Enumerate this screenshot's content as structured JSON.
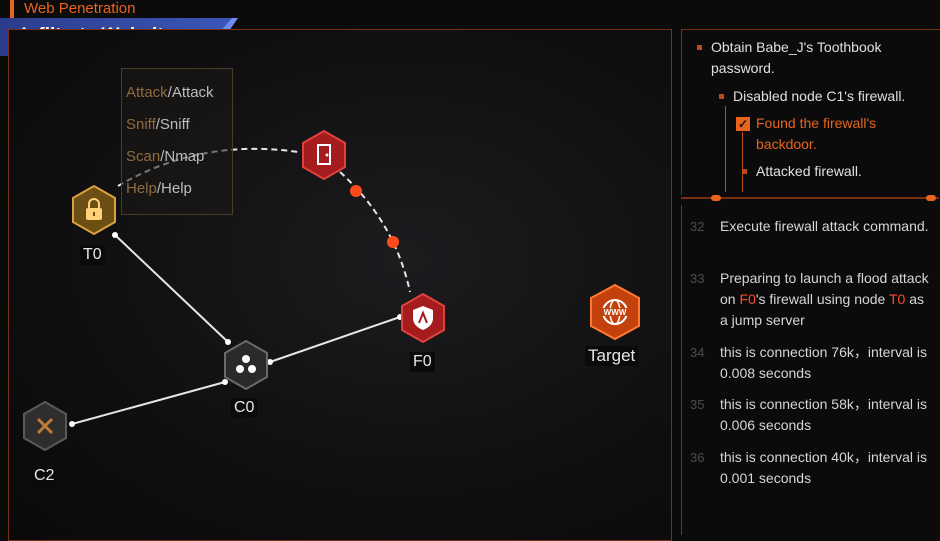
{
  "header": {
    "title": "Web Penetration",
    "mode_label": "Infiltrate Websites"
  },
  "command_menu": [
    {
      "key": "Attack",
      "value": "/Attack"
    },
    {
      "key": "Sniff",
      "value": "/Sniff"
    },
    {
      "key": "Scan",
      "value": "/Nmap"
    },
    {
      "key": "Help",
      "value": "/Help"
    }
  ],
  "nodes": {
    "t0": {
      "label": "T0",
      "icon": "lock-icon",
      "color": "#d9a23a"
    },
    "firewall": {
      "label": "",
      "icon": "door-icon",
      "color": "#c4282a"
    },
    "f0": {
      "label": "F0",
      "icon": "shield-icon",
      "color": "#c4282a"
    },
    "c0": {
      "label": "C0",
      "icon": "cluster-icon",
      "color": "#6a6a6a"
    },
    "c2": {
      "label": "C2",
      "icon": "close-icon",
      "color": "#6a6a6a"
    },
    "target": {
      "label": "Target",
      "icon": "globe-www-icon",
      "color": "#e8641f"
    }
  },
  "objectives": {
    "main": "Obtain Babe_J's Toothbook password.",
    "sub1": "Disabled node C1's firewall.",
    "found": "Found the firewall's backdoor.",
    "sub2": "Attacked firewall."
  },
  "log": [
    {
      "num": "32",
      "parts": [
        {
          "t": "Execute firewall attack command."
        }
      ]
    },
    {
      "num": "33",
      "parts": [
        {
          "t": "Preparing to launch a flood attack on "
        },
        {
          "t": "F0",
          "hl": true
        },
        {
          "t": "'s firewall using node "
        },
        {
          "t": "T0",
          "hl": true
        },
        {
          "t": " as a jump server"
        }
      ]
    },
    {
      "num": "34",
      "parts": [
        {
          "t": "this is connection 76k，interval is 0.008 seconds"
        }
      ]
    },
    {
      "num": "35",
      "parts": [
        {
          "t": "this is connection 58k，interval is 0.006 seconds"
        }
      ]
    },
    {
      "num": "36",
      "parts": [
        {
          "t": "this is connection 40k，interval is 0.001 seconds"
        }
      ]
    }
  ],
  "colors": {
    "accent": "#e8641f",
    "danger": "#c4282a",
    "node_gold": "#d9a23a",
    "banner_blue": "#3a56b8"
  }
}
